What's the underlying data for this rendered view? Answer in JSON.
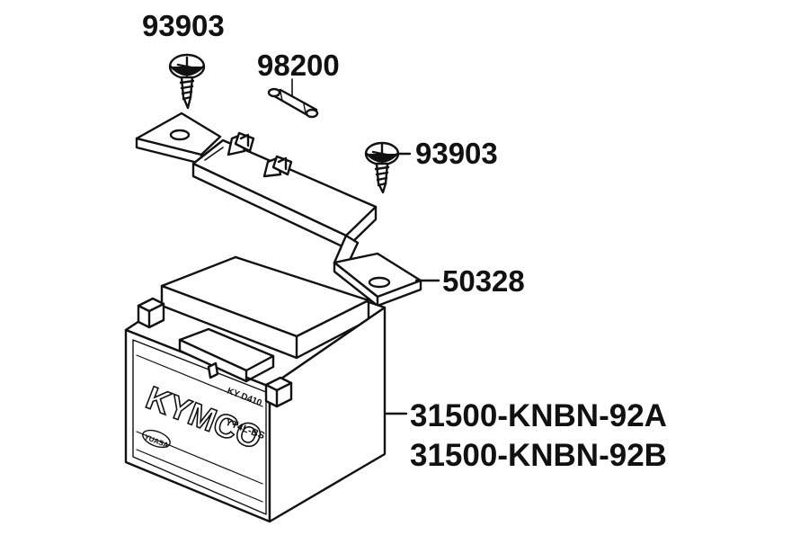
{
  "diagram": {
    "callouts": {
      "screw_top": "93903",
      "fuse": "98200",
      "screw_right": "93903",
      "bracket": "50328",
      "battery_a": "31500-KNBN-92A",
      "battery_b": "31500-KNBN-92B"
    },
    "battery_labels": {
      "brand": "KYMCO",
      "model": "YT4L-BS",
      "spec": "KY D410",
      "logo": "YUASA"
    }
  }
}
